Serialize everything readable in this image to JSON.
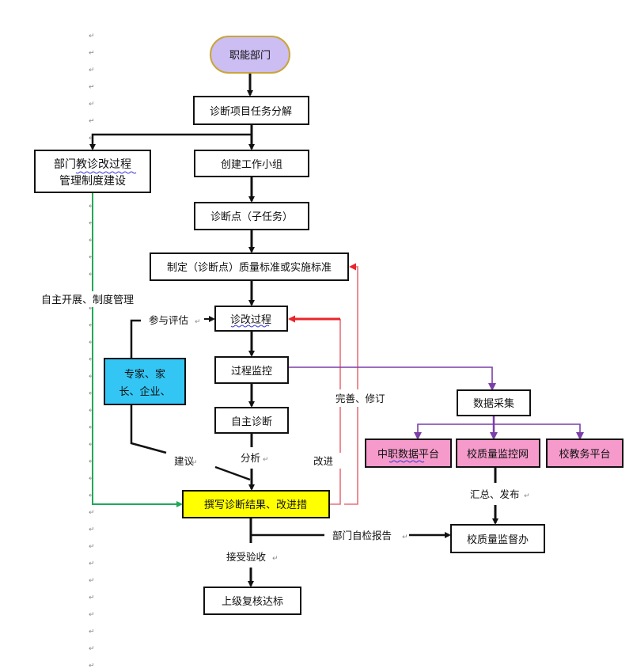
{
  "diagram": {
    "colors": {
      "start_fill": "#CCBDF2",
      "start_border": "#C9A53A",
      "box_fill": "#FFFFFF",
      "expert_fill": "#33C6F5",
      "result_fill": "#FFFF00",
      "platform_fill": "#F59ACB",
      "line_black": "#111111",
      "line_red": "#E8262B",
      "line_pink": "#E8707A",
      "line_purple": "#7B3FA8",
      "line_green": "#1FA85A"
    },
    "nodes": {
      "start": "职能部门",
      "decompose": "诊断项目任务分解",
      "dept_system_line1": "部门教诊改过程",
      "dept_system_line2": "管理制度建设",
      "create_team": "创建工作小组",
      "diag_points": "诊断点（子任务）",
      "set_standards": "制定（诊断点）质量标准或实施标准",
      "improve_process": "诊改过程",
      "process_monitor": "过程监控",
      "self_diagnosis": "自主诊断",
      "experts_line1": "专家、家",
      "experts_line2": "长、企业、",
      "write_results": "撰写诊断结果、改进措",
      "upper_review": "上级复核达标",
      "data_collection": "数据采集",
      "platform_vocational": "中职数据平台",
      "platform_quality_net": "校质量监控网",
      "platform_academic": "校教务平台",
      "quality_office": "校质量监督办"
    },
    "labels": {
      "self_manage": "自主开展、制度管理",
      "participate_eval": "参与评估",
      "refine_revise": "完善、修订",
      "suggest": "建议",
      "analyze": "分析",
      "improve": "改进",
      "summarize_publish": "汇总、发布",
      "dept_self_report": "部门自检报告",
      "accept_acceptance": "接受验收"
    },
    "paragraph_mark": "↵"
  }
}
